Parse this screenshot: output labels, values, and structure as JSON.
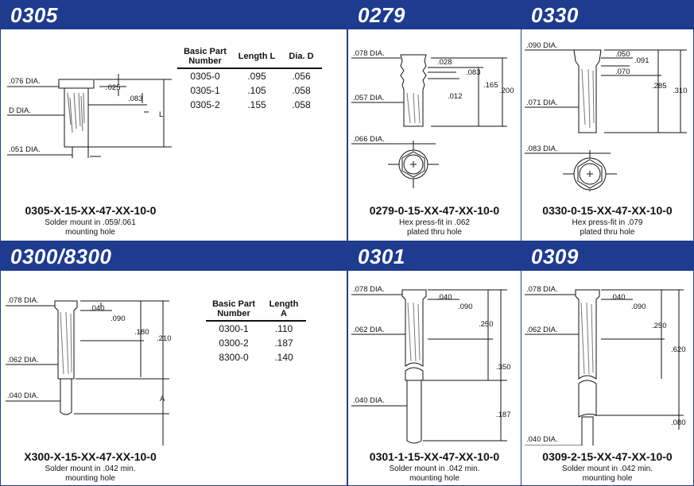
{
  "panels": {
    "p0305": {
      "title": "0305",
      "part_number": "0305-X-15-XX-47-XX-10-0",
      "desc1": "Solder mount in .059/.061",
      "desc2": "mounting hole",
      "labels": {
        "head_dia": ".076 DIA.",
        "d_dia": "D DIA.",
        "tail_dia": ".051 DIA.",
        "dim_025": ".025",
        "dim_083": ".083",
        "dim_L": "L"
      },
      "table": {
        "headers": [
          "Basic Part Number",
          "Length L",
          "Dia. D"
        ],
        "rows": [
          [
            "0305-0",
            ".095",
            ".056"
          ],
          [
            "0305-1",
            ".105",
            ".058"
          ],
          [
            "0305-2",
            ".155",
            ".058"
          ]
        ]
      }
    },
    "p0279": {
      "title": "0279",
      "part_number": "0279-0-15-XX-47-XX-10-0",
      "desc1": "Hex press-fit in .062",
      "desc2": "plated thru hole",
      "labels": {
        "head_dia": ".078 DIA.",
        "body_dia": ".057 DIA.",
        "hex_dia": ".066 DIA.",
        "d028": ".028",
        "d083": ".083",
        "d165": ".165",
        "d200": ".200",
        "d012": ".012"
      }
    },
    "p0330": {
      "title": "0330",
      "part_number": "0330-0-15-XX-47-XX-10-0",
      "desc1": "Hex press-fit in .079",
      "desc2": "plated thru hole",
      "labels": {
        "head_dia": ".090 DIA.",
        "body_dia": ".071 DIA.",
        "hex_dia": ".083 DIA.",
        "d050": ".050",
        "d091": ".091",
        "d070": ".070",
        "d285": ".285",
        "d310": ".310"
      }
    },
    "p0300": {
      "title": "0300/8300",
      "part_number": "X300-X-15-XX-47-XX-10-0",
      "desc1": "Solder mount in .042 min.",
      "desc2": "mounting hole",
      "labels": {
        "head_dia": ".078 DIA.",
        "body_dia": ".062 DIA.",
        "tail_dia": ".040 DIA.",
        "d040": ".040",
        "d090": ".090",
        "d180": ".180",
        "d210": ".210",
        "dA": "A"
      },
      "table": {
        "headers": [
          "Basic Part Number",
          "Length A"
        ],
        "rows": [
          [
            "0300-1",
            ".110"
          ],
          [
            "0300-2",
            ".187"
          ],
          [
            "8300-0",
            ".140"
          ]
        ]
      }
    },
    "p0301": {
      "title": "0301",
      "part_number": "0301-1-15-XX-47-XX-10-0",
      "desc1": "Solder mount in .042 min.",
      "desc2": "mounting hole",
      "labels": {
        "head_dia": ".078 DIA.",
        "body_dia": ".062 DIA.",
        "tail_dia": ".040 DIA.",
        "d040": ".040",
        "d090": ".090",
        "d250": ".250",
        "d350": ".350",
        "d187": ".187"
      }
    },
    "p0309": {
      "title": "0309",
      "part_number": "0309-2-15-XX-47-XX-10-0",
      "desc1": "Solder mount in .042 min.",
      "desc2": "mounting hole",
      "labels": {
        "head_dia": ".078 DIA.",
        "body_dia": ".062 DIA.",
        "tail_dia": ".040 DIA.",
        "d040": ".040",
        "d090": ".090",
        "d250": ".250",
        "d620": ".620",
        "d080": ".080"
      }
    }
  },
  "colors": {
    "header_bar": "#1e3b8f",
    "border": "#233c8c"
  }
}
